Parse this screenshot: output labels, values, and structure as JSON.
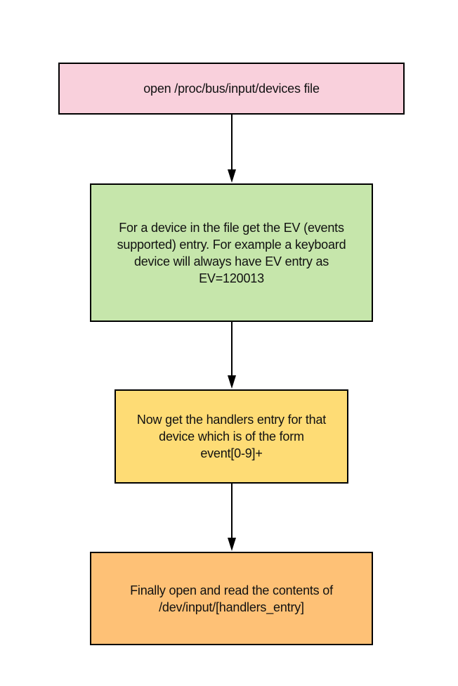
{
  "diagram": {
    "colors": {
      "border": "#000000",
      "text": "#111111",
      "arrow": "#000000"
    },
    "nodes": [
      {
        "id": "n1",
        "text": "open /proc/bus/input/devices file",
        "fill": "#f9d0dc"
      },
      {
        "id": "n2",
        "text": "For a device in the file get the EV (events\nsupported) entry. For example a keyboard\ndevice will always have EV entry as\nEV=120013",
        "fill": "#c6e6ab"
      },
      {
        "id": "n3",
        "text": "Now get the handlers entry for that\ndevice which is of the form\nevent[0-9]+",
        "fill": "#fedc75"
      },
      {
        "id": "n4",
        "text": "Finally open and read the contents of\n/dev/input/[handlers_entry]",
        "fill": "#fec176"
      }
    ],
    "edges": [
      {
        "from": "n1",
        "to": "n2"
      },
      {
        "from": "n2",
        "to": "n3"
      },
      {
        "from": "n3",
        "to": "n4"
      }
    ]
  }
}
